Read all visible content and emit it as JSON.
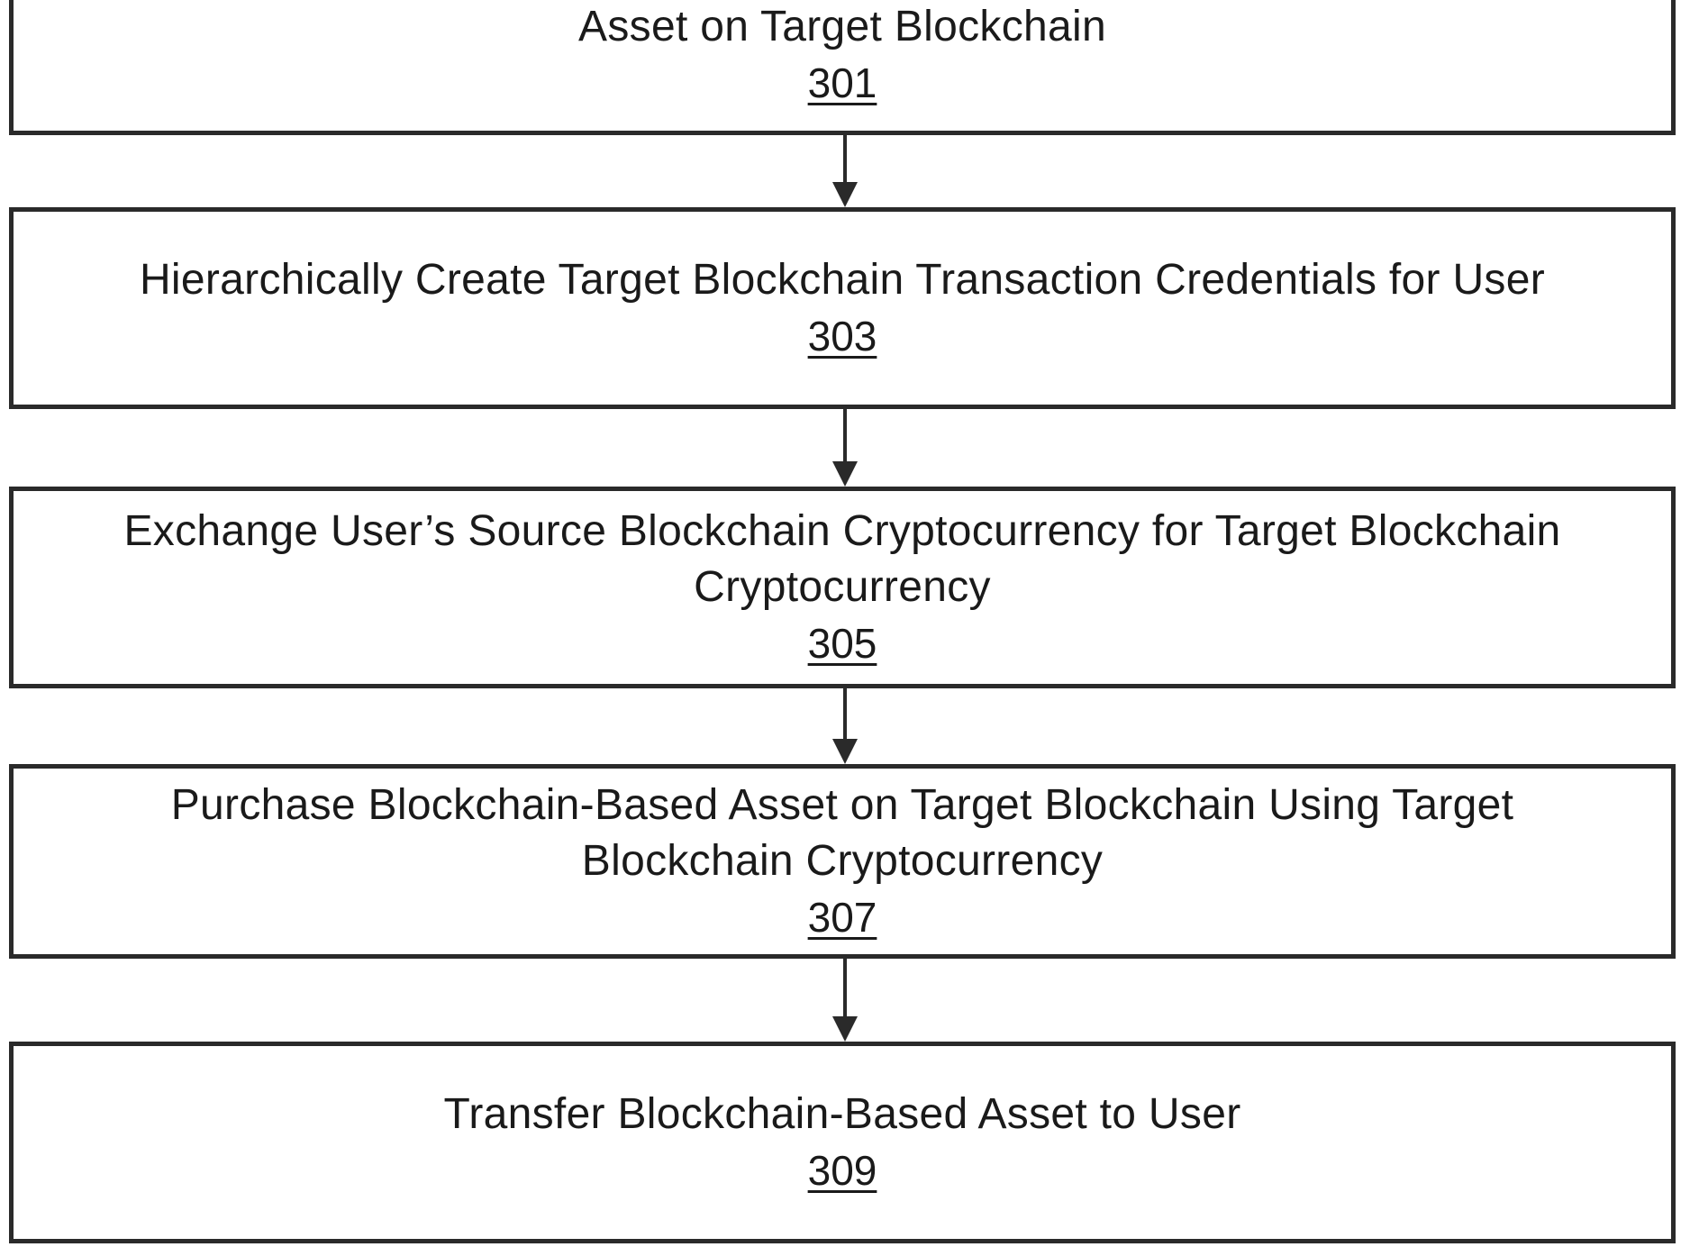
{
  "steps": [
    {
      "id": "301",
      "lines": [
        "",
        "Asset on Target Blockchain"
      ],
      "ref": "301"
    },
    {
      "id": "303",
      "lines": [
        "Hierarchically Create Target Blockchain Transaction Credentials for User"
      ],
      "ref": "303"
    },
    {
      "id": "305",
      "lines": [
        "Exchange User’s Source Blockchain Cryptocurrency for Target Blockchain",
        "Cryptocurrency"
      ],
      "ref": "305"
    },
    {
      "id": "307",
      "lines": [
        "Purchase Blockchain-Based Asset on Target Blockchain Using Target",
        "Blockchain Cryptocurrency"
      ],
      "ref": "307"
    },
    {
      "id": "309",
      "lines": [
        "Transfer Blockchain-Based Asset to User"
      ],
      "ref": "309"
    }
  ]
}
